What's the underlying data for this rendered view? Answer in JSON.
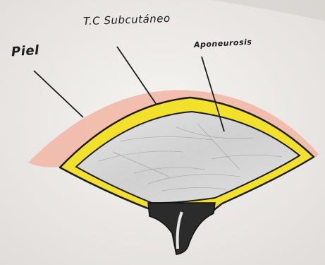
{
  "diagram": {
    "labels": {
      "skin": "Piel",
      "subcutaneous": "T.C Subcutáneo",
      "aponeurosis": "Aponeurosis"
    },
    "colors": {
      "background": "#f1efec",
      "skin": "#f2b5a3",
      "subcutaneous_fat": "#f2e02a",
      "aponeurosis": "#d9d9d9",
      "outline": "#1d1d1d",
      "clamp": "#2b2b2b"
    }
  }
}
